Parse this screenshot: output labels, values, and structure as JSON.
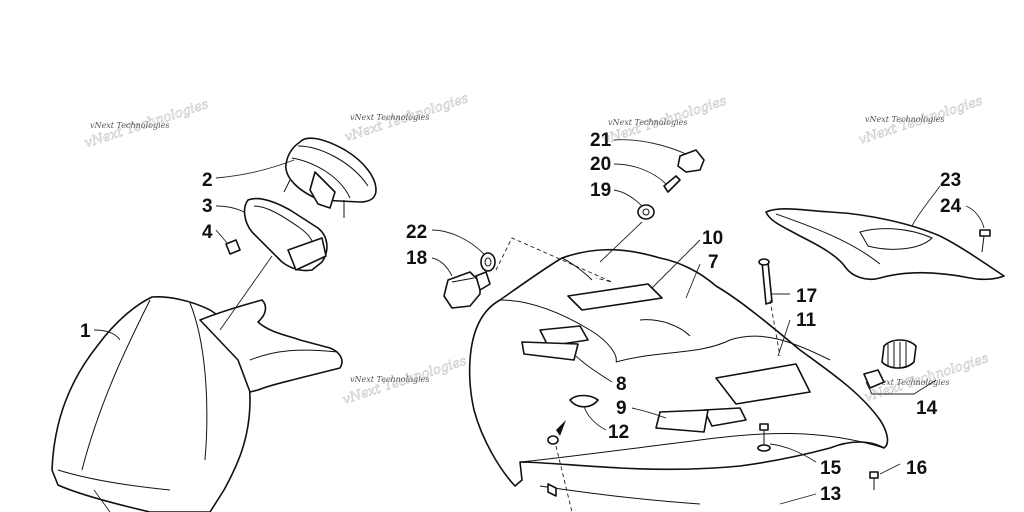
{
  "watermark": "vNext Technologies",
  "callouts": {
    "c1": "1",
    "c2": "2",
    "c3": "3",
    "c4": "4",
    "c7": "7",
    "c8": "8",
    "c9": "9",
    "c10": "10",
    "c11": "11",
    "c12": "12",
    "c13": "13",
    "c14": "14",
    "c15": "15",
    "c16": "16",
    "c17": "17",
    "c18": "18",
    "c19": "19",
    "c20": "20",
    "c21": "21",
    "c22": "22",
    "c23": "23",
    "c24": "24"
  },
  "colors": {
    "line": "#111111",
    "paper": "#ffffff",
    "watermark": "#555555"
  }
}
